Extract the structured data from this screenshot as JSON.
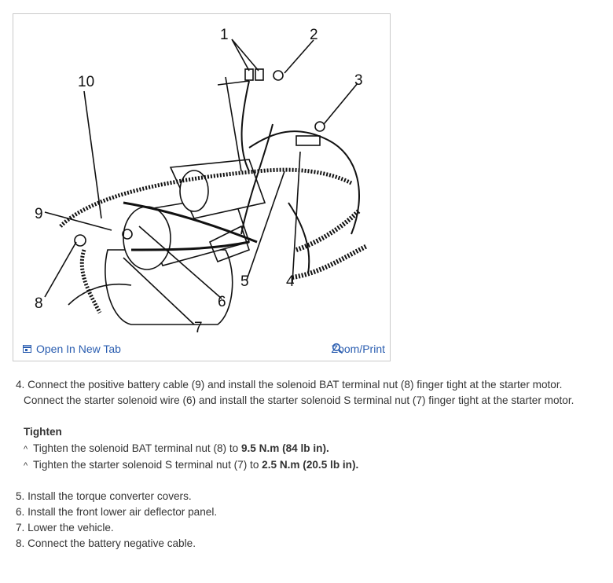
{
  "figure": {
    "callouts": [
      "1",
      "2",
      "3",
      "4",
      "5",
      "6",
      "7",
      "8",
      "9",
      "10"
    ],
    "open_tab_label": "Open In New Tab",
    "zoom_label": "Zoom/Print"
  },
  "steps": {
    "step4_line1": "4. Connect the positive battery cable (9) and install the solenoid BAT terminal nut (8) finger tight at the starter motor.",
    "step4_line2": "Connect the starter solenoid wire (6) and install the starter solenoid S terminal nut (7) finger tight at the starter motor.",
    "tighten_heading": "Tighten",
    "tighten": [
      {
        "caret": "^",
        "text": "Tighten the solenoid BAT terminal nut (8) to ",
        "spec": "9.5 N.m (84 lb in)."
      },
      {
        "caret": "^",
        "text": "Tighten the starter solenoid S terminal nut (7) to ",
        "spec": "2.5 N.m (20.5 lb in)."
      }
    ],
    "step5": "5. Install the torque converter covers.",
    "step6": "6. Install the front lower air deflector panel.",
    "step7": "7. Lower the vehicle.",
    "step8": "8. Connect the battery negative cable."
  }
}
